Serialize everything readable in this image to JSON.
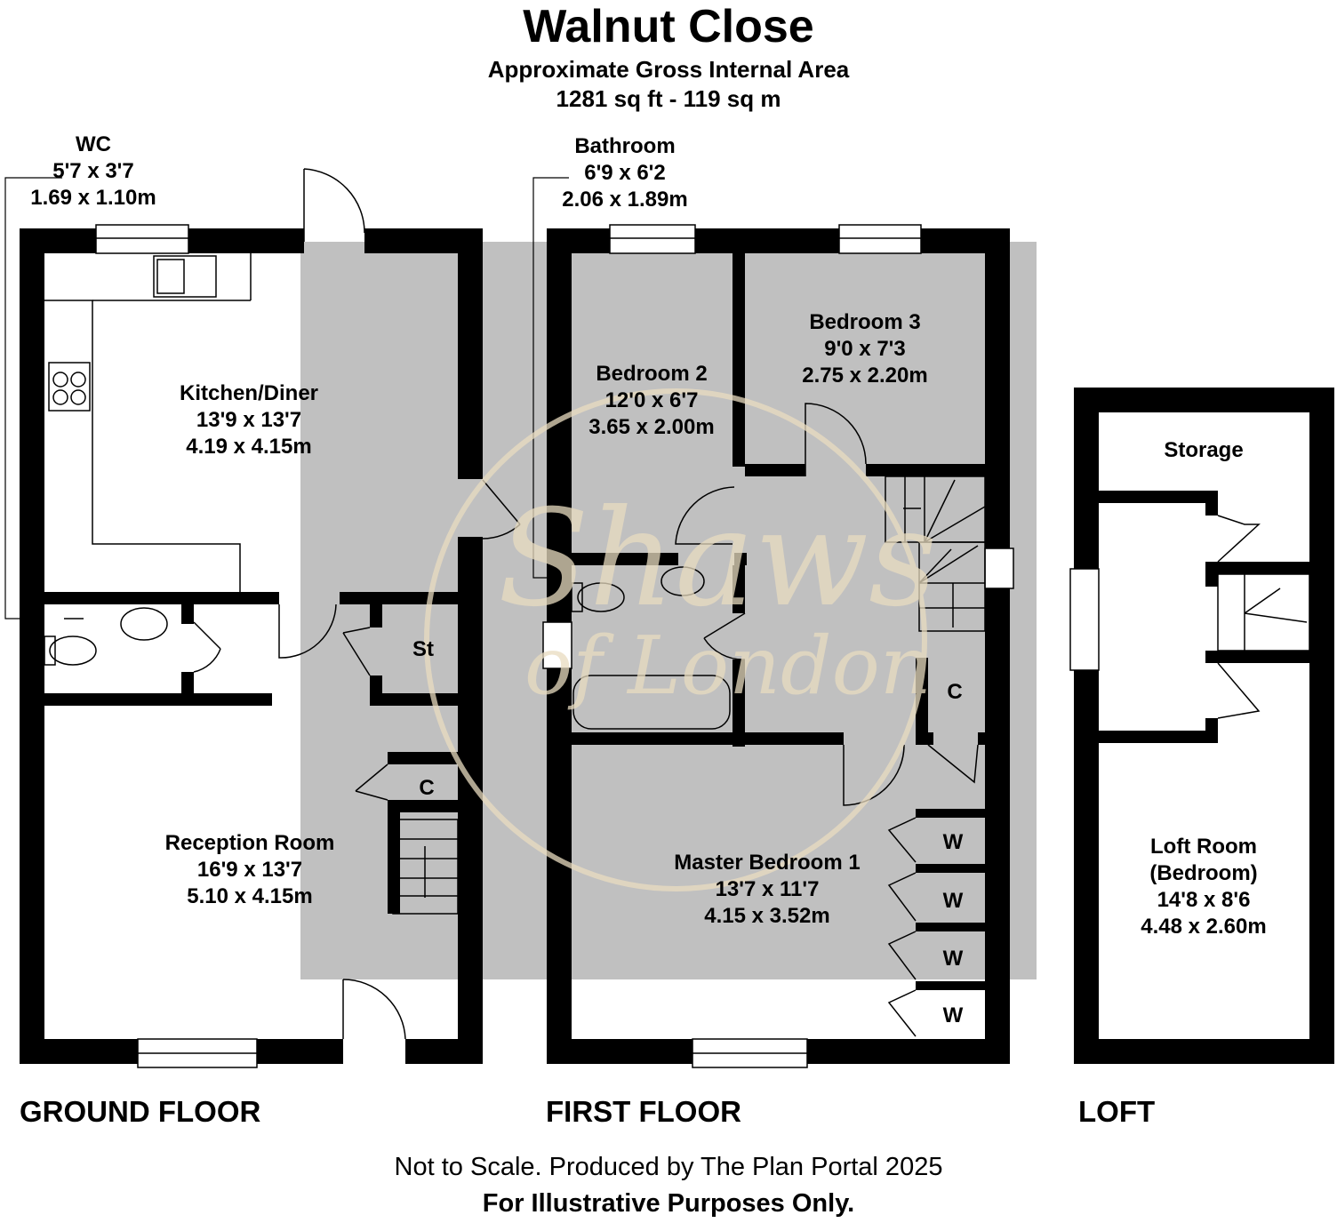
{
  "title": "Walnut Close",
  "subtitle": "Approximate Gross Internal Area",
  "area": "1281 sq ft - 119 sq m",
  "rooms": {
    "wc": {
      "name": "WC",
      "imperial": "5'7 x 3'7",
      "metric": "1.69 x 1.10m"
    },
    "kitchen": {
      "name": "Kitchen/Diner",
      "imperial": "13'9 x 13'7",
      "metric": "4.19 x 4.15m"
    },
    "reception": {
      "name": "Reception Room",
      "imperial": "16'9 x 13'7",
      "metric": "5.10 x 4.15m"
    },
    "bathroom": {
      "name": "Bathroom",
      "imperial": "6'9 x 6'2",
      "metric": "2.06 x 1.89m"
    },
    "bedroom2": {
      "name": "Bedroom 2",
      "imperial": "12'0 x 6'7",
      "metric": "3.65 x 2.00m"
    },
    "bedroom3": {
      "name": "Bedroom 3",
      "imperial": "9'0 x 7'3",
      "metric": "2.75 x 2.20m"
    },
    "master": {
      "name": "Master Bedroom 1",
      "imperial": "13'7 x 11'7",
      "metric": "4.15 x 3.52m"
    },
    "storage": {
      "name": "Storage"
    },
    "loft": {
      "name": "Loft Room",
      "name2": "(Bedroom)",
      "imperial": "14'8 x 8'6",
      "metric": "4.48 x 2.60m"
    }
  },
  "small_labels": {
    "store": "St",
    "cupboard": "C",
    "wardrobe": "W"
  },
  "floors": {
    "ground": "GROUND FLOOR",
    "first": "FIRST FLOOR",
    "loft": "LOFT"
  },
  "footer": {
    "line1": "Not to Scale. Produced by The Plan Portal 2025",
    "line2": "For Illustrative Purposes Only."
  },
  "watermark": {
    "line1": "Shaws",
    "line2": "of London"
  },
  "colors": {
    "wall": "#000000",
    "shade": "#c0c0c0",
    "floor": "#ffffff",
    "watermark": "#e9dcc0"
  }
}
